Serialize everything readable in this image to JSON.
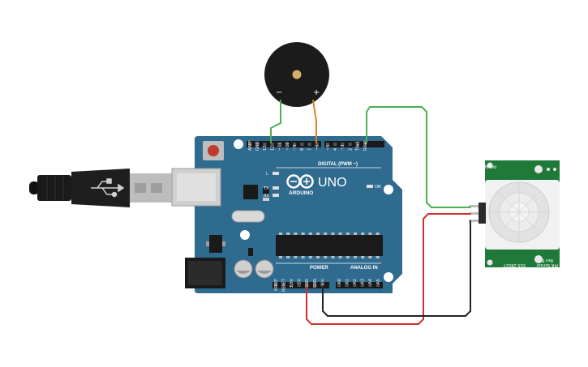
{
  "board": {
    "brand": "ARDUINO",
    "model": "UNO",
    "digital_header": "DIGITAL (PWM ~)",
    "power_header": "POWER",
    "analog_header": "ANALOG IN",
    "led_l": "L",
    "led_tx": "TX",
    "led_rx": "RX",
    "led_on": "ON",
    "digital_pins": [
      "AREF",
      "GND",
      "13",
      "12",
      "~11",
      "~10",
      "~9",
      "8",
      "7",
      "~6",
      "~5",
      "4",
      "~3",
      "2",
      "TX▸1",
      "RX◂0"
    ],
    "power_pins": [
      "IOREF",
      "RESET",
      "3.3V",
      "5V",
      "GND",
      "GND",
      "Vin"
    ],
    "analog_pins": [
      "A0",
      "A1",
      "A2",
      "A3",
      "A4",
      "A5"
    ]
  },
  "buzzer": {
    "minus": "−",
    "plus": "+"
  },
  "pir": {
    "brand": "PARALLAX",
    "name": "PIR Sensor",
    "rev": "Rev B",
    "part": "555-28027"
  },
  "colors": {
    "board": "#2f6a8f",
    "wire_green": "#4caf50",
    "wire_orange": "#d9822b",
    "wire_red": "#d32f2f",
    "wire_black": "#222222",
    "pir_board": "#1f7a3a"
  }
}
